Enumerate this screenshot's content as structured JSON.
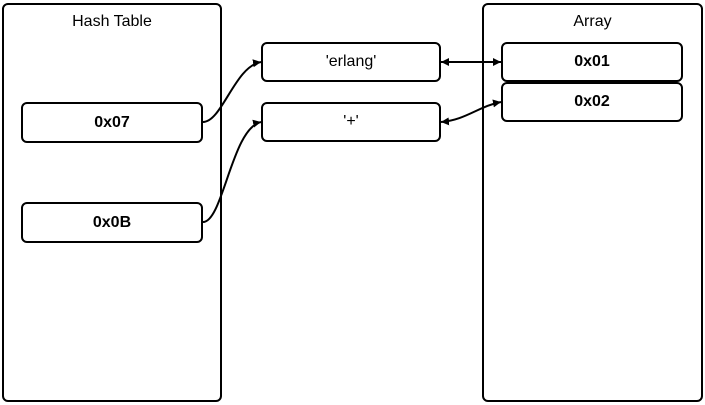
{
  "hash_table": {
    "title": "Hash Table",
    "entries": [
      {
        "label": "0x07"
      },
      {
        "label": "0x0B"
      }
    ]
  },
  "symbols": [
    {
      "label": "'erlang'"
    },
    {
      "label": "'+'"
    }
  ],
  "array": {
    "title": "Array",
    "entries": [
      {
        "label": "0x01"
      },
      {
        "label": "0x02"
      }
    ]
  },
  "connections": [
    {
      "from": "0x07",
      "to": "'erlang'",
      "arrowheads": "end"
    },
    {
      "from": "0x0B",
      "to": "'+'",
      "arrowheads": "end"
    },
    {
      "from": "'erlang'",
      "to": "0x01",
      "arrowheads": "both"
    },
    {
      "from": "'+'",
      "to": "0x02",
      "arrowheads": "both"
    }
  ],
  "colors": {
    "stroke": "#000000",
    "fill": "#ffffff",
    "text": "#000000"
  }
}
